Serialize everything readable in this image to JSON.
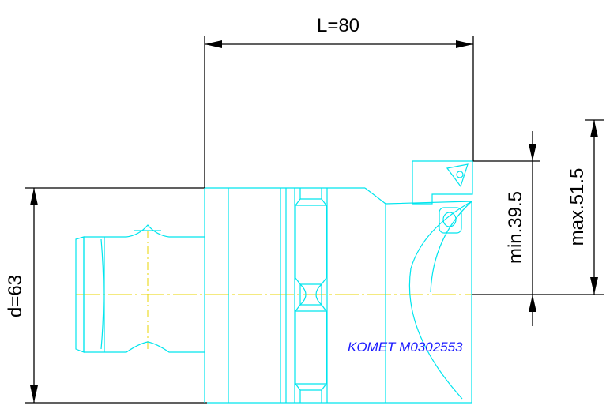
{
  "dimensions": {
    "length": "L=80",
    "diameter": "d=63",
    "min_radius": "min.39.5",
    "max_radius": "max.51.5"
  },
  "part_label": "KOMET M0302553",
  "colors": {
    "outline": "#00e5ee",
    "centerline": "#e8d400",
    "dimension": "#000000",
    "label": "#1a1aff"
  }
}
